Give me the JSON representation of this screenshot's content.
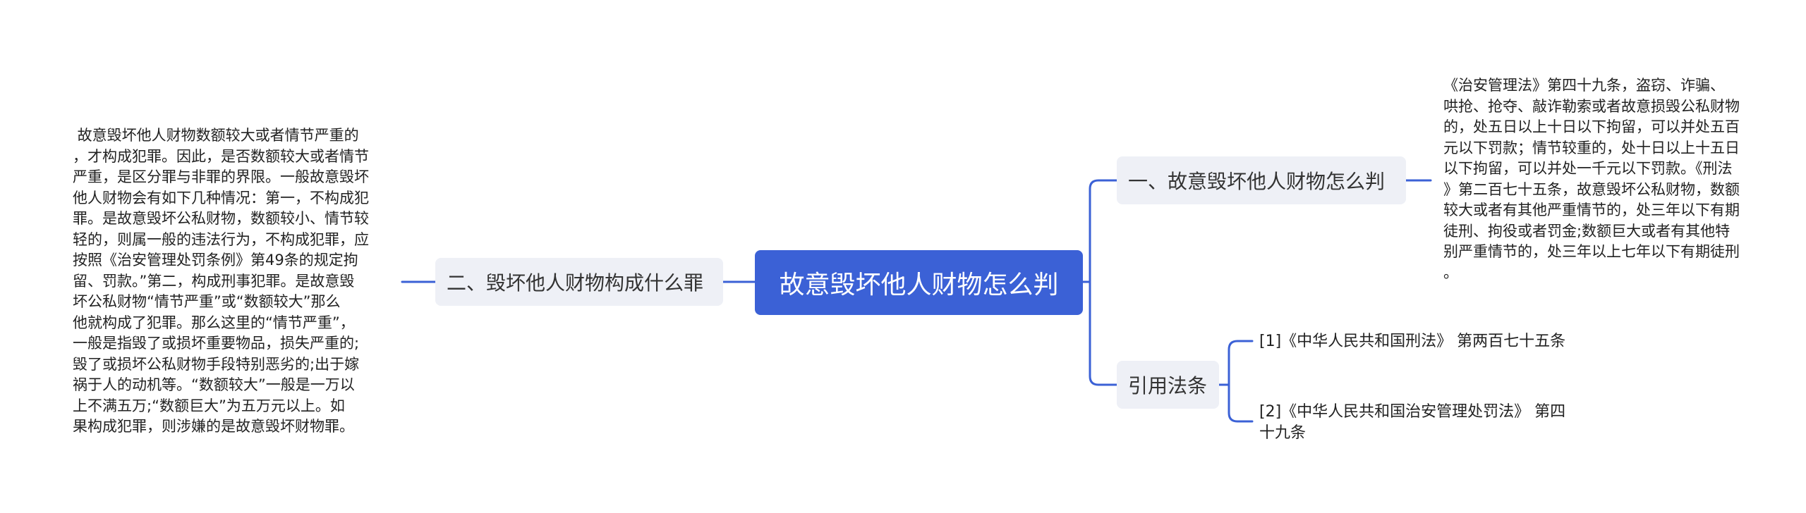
{
  "mindmap": {
    "root": {
      "label": "故意毁坏他人财物怎么判"
    },
    "left_branch": {
      "label": "二、毁坏他人财物构成什么罪",
      "text": " 故意毁坏他人财物数额较大或者情节严重的\n，才构成犯罪。因此，是否数额较大或者情节\n严重，是区分罪与非罪的界限。一般故意毁坏\n他人财物会有如下几种情况：第一，不构成犯\n罪。是故意毁坏公私财物，数额较小、情节较\n轻的，则属一般的违法行为，不构成犯罪，应\n按照《治安管理处罚条例》第49条的规定拘\n留、罚款。”第二，构成刑事犯罪。是故意毁\n坏公私财物“情节严重”或“数额较大”那么\n他就构成了犯罪。那么这里的“情节严重”，\n一般是指毁了或损坏重要物品，损失严重的;\n毁了或损坏公私财物手段特别恶劣的;出于嫁\n祸于人的动机等。“数额较大”一般是一万以\n上不满五万;“数额巨大”为五万元以上。如\n果构成犯罪，则涉嫌的是故意毁坏财物罪。"
    },
    "right_branch_1": {
      "label": "一、故意毁坏他人财物怎么判",
      "text": "《治安管理法》第四十九条，盗窃、诈骗、\n哄抢、抢夺、敲诈勒索或者故意损毁公私财物\n的，处五日以上十日以下拘留，可以并处五百\n元以下罚款；情节较重的，处十日以上十五日\n以下拘留，可以并处一千元以下罚款。《刑法\n》第二百七十五条，故意毁坏公私财物，数额\n较大或者有其他严重情节的，处三年以下有期\n徒刑、拘役或者罚金;数额巨大或者有其他特\n别严重情节的，处三年以上七年以下有期徒刑\n。"
    },
    "right_branch_2": {
      "label": "引用法条",
      "items": [
        "[1]《中华人民共和国刑法》 第两百七十五条",
        "[2]《中华人民共和国治安管理处罚法》 第四\n十九条"
      ]
    },
    "colors": {
      "root_bg": "#3b61d6",
      "branch_bg": "#eef0f6",
      "line": "#3b61d6"
    }
  }
}
